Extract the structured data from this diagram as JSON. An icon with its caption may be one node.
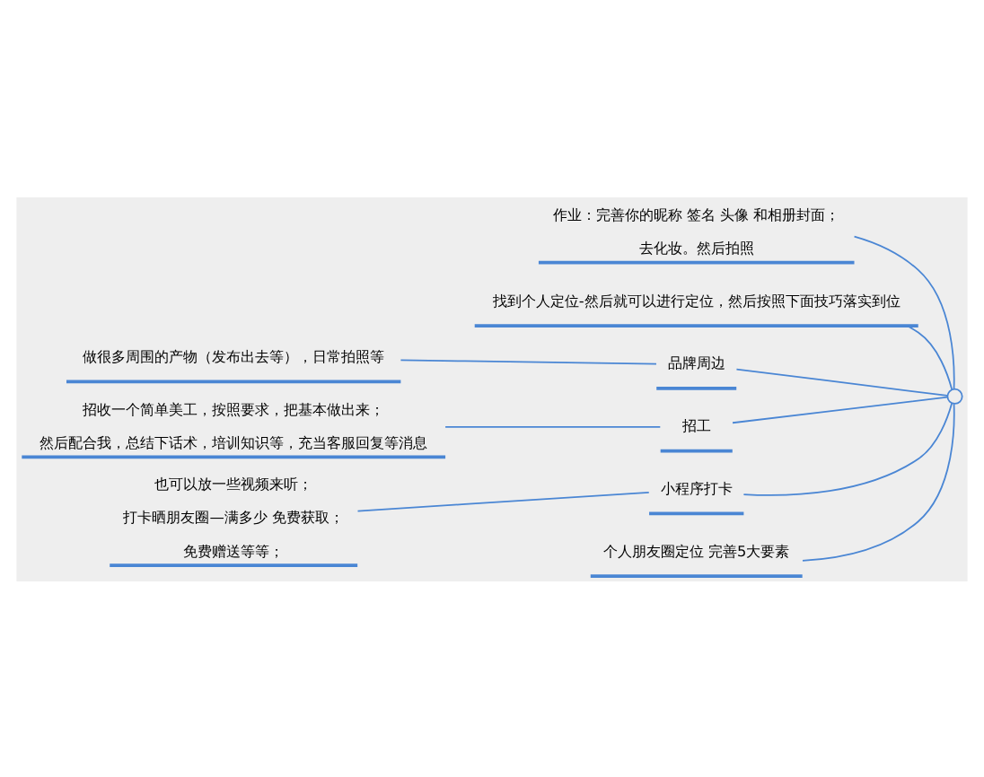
{
  "diagram": {
    "nodes": [
      {
        "text": [],
        "shape": "circle"
      },
      {
        "text": [
          "个人朋友圈定位 完善5大要素"
        ]
      },
      {
        "text": [
          "小程序打卡"
        ]
      },
      {
        "text": [
          "也可以放一些视频来听；",
          "打卡晒朋友圈—满多少 免费获取；",
          "免费赠送等等；"
        ]
      },
      {
        "text": [
          "招工"
        ]
      },
      {
        "text": [
          "招收一个简单美工，按照要求，把基本做出来；",
          "然后配合我，总结下话术，培训知识等，充当客服回复等消息"
        ]
      },
      {
        "text": [
          "品牌周边"
        ]
      },
      {
        "text": [
          "做很多周围的产物（发布出去等），日常拍照等"
        ]
      },
      {
        "text": [
          "找到个人定位-然后就可以进行定位，然后按照下面技巧落实到位"
        ]
      },
      {
        "text": [
          "作业：完善你的昵称 签名 头像 和相册封面；",
          "去化妆。然后拍照"
        ]
      }
    ],
    "edges": [
      {
        "from": 0,
        "to": 1,
        "arrow": "none"
      },
      {
        "from": 0,
        "to": 2,
        "arrow": "none"
      },
      {
        "from": 2,
        "to": 3,
        "arrow": "none"
      },
      {
        "from": 0,
        "to": 4,
        "arrow": "none"
      },
      {
        "from": 4,
        "to": 5,
        "arrow": "none"
      },
      {
        "from": 0,
        "to": 6,
        "arrow": "none"
      },
      {
        "from": 6,
        "to": 7,
        "arrow": "none"
      },
      {
        "from": 0,
        "to": 8,
        "arrow": "none"
      },
      {
        "from": 0,
        "to": 9,
        "arrow": "none"
      }
    ]
  }
}
